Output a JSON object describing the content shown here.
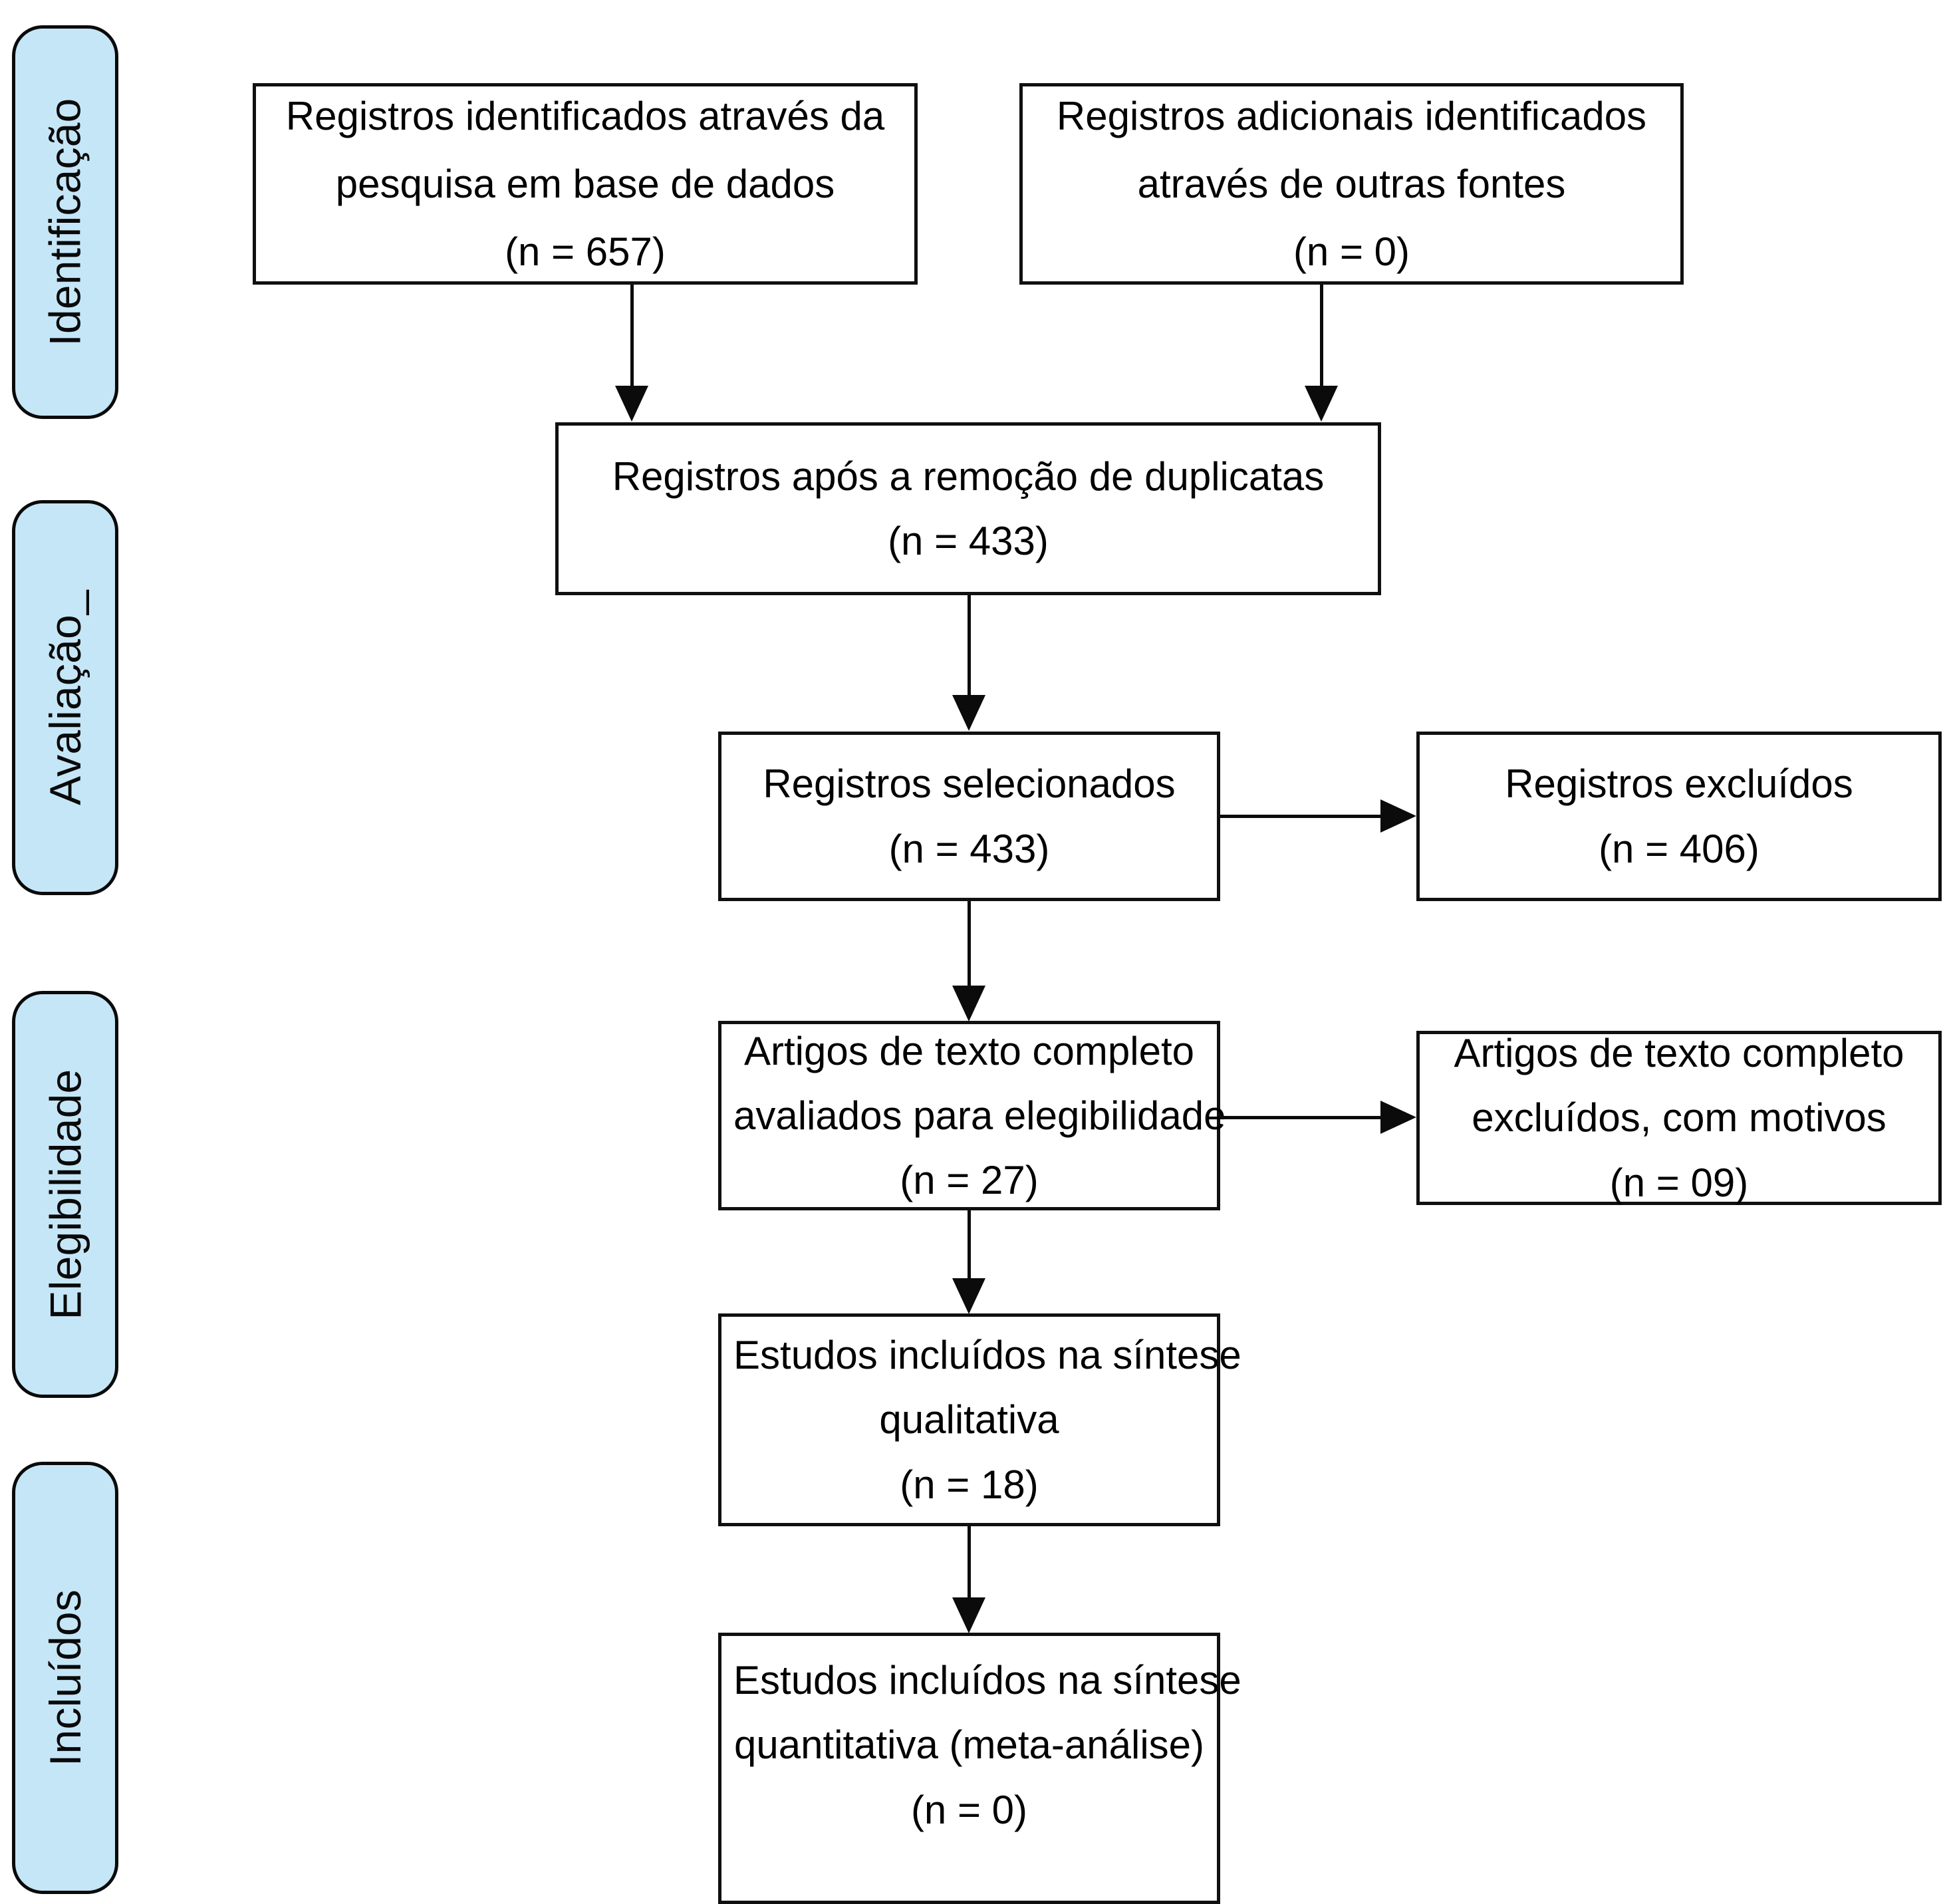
{
  "diagram": {
    "title": "Fluxograma PRISMA",
    "accent_color": "#c5e6f7",
    "border_color": "#101010",
    "background_color": "#ffffff"
  },
  "phases": [
    {
      "label": "Identificação"
    },
    {
      "label": "Avaliação_"
    },
    {
      "label": "Elegibilidade"
    },
    {
      "label": "Incluídos"
    }
  ],
  "boxes": {
    "identified_database": {
      "line1": "Registros identificados através da",
      "line2": "pesquisa em base de dados",
      "count": "(n = 657)"
    },
    "identified_other": {
      "line1": "Registros adicionais identificados",
      "line2": "através de outras fontes",
      "count": "(n = 0)"
    },
    "after_duplicates": {
      "line1": "Registros após a remoção de duplicatas",
      "count": "(n = 433)"
    },
    "screened": {
      "line1": "Registros selecionados",
      "count": "(n = 433)"
    },
    "excluded": {
      "line1": "Registros excluídos",
      "count": "(n = 406)"
    },
    "fulltext_assessed": {
      "line1": "Artigos de texto completo",
      "line2": "avaliados para elegibilidade",
      "count": "(n = 27)"
    },
    "fulltext_excluded": {
      "line1": "Artigos de texto completo",
      "line2": "excluídos, com motivos",
      "count": "(n = 09)"
    },
    "qualitative": {
      "line1": "Estudos incluídos na síntese",
      "line2": "qualitativa",
      "count": "(n = 18)"
    },
    "quantitative": {
      "line1": "Estudos incluídos na síntese",
      "line2": "quantitativa (meta-análise)",
      "count": "(n = 0)"
    }
  }
}
